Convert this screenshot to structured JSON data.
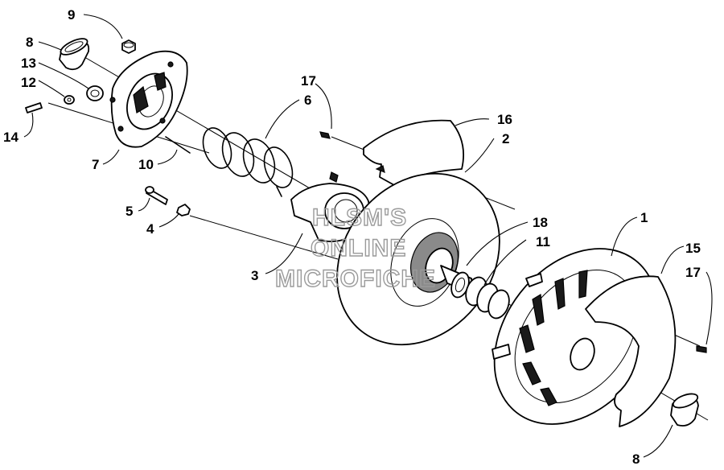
{
  "diagram": {
    "callouts": {
      "c1": "1",
      "c2": "2",
      "c3": "3",
      "c4": "4",
      "c5": "5",
      "c6": "6",
      "c7": "7",
      "c8_top": "8",
      "c8_bottom": "8",
      "c9": "9",
      "c10": "10",
      "c11": "11",
      "c12": "12",
      "c13": "13",
      "c14": "14",
      "c15": "15",
      "c16": "16",
      "c17_top": "17",
      "c17_right": "17",
      "c18": "18"
    },
    "watermark": {
      "line1": "HLSM'S",
      "line2": "ONLINE",
      "line3": "MICROFICHE"
    }
  }
}
